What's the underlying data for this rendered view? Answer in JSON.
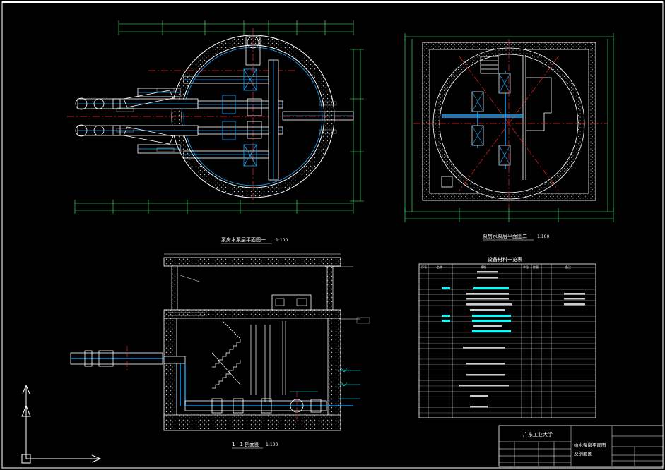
{
  "drawing": {
    "view1_title": "泵房水泵层平面图一",
    "view1_scale": "1:100",
    "view2_title": "泵房水泵层平面图二",
    "view2_scale": "1:100",
    "section_title": "1—1 剖面图",
    "section_scale": "1:100"
  },
  "table": {
    "title": "设备材料一览表",
    "headers": [
      "序号",
      "名称",
      "规格",
      "单位",
      "数量",
      "备注"
    ]
  },
  "title_block": {
    "school": "广东工业大学",
    "drawing_name_1": "给水泵房平面图",
    "drawing_name_2": "及剖面图"
  },
  "colors": {
    "background": "#000000",
    "outline": "#ffffff",
    "pipe": "#19a7ff",
    "centerline": "#ff2020",
    "dimension": "#40ff70",
    "fill": "#9a9a9a",
    "accent_cyan": "#00ffff",
    "hatching": "#c8c8c8"
  },
  "icons": [
    "ucs-axis-icon"
  ]
}
